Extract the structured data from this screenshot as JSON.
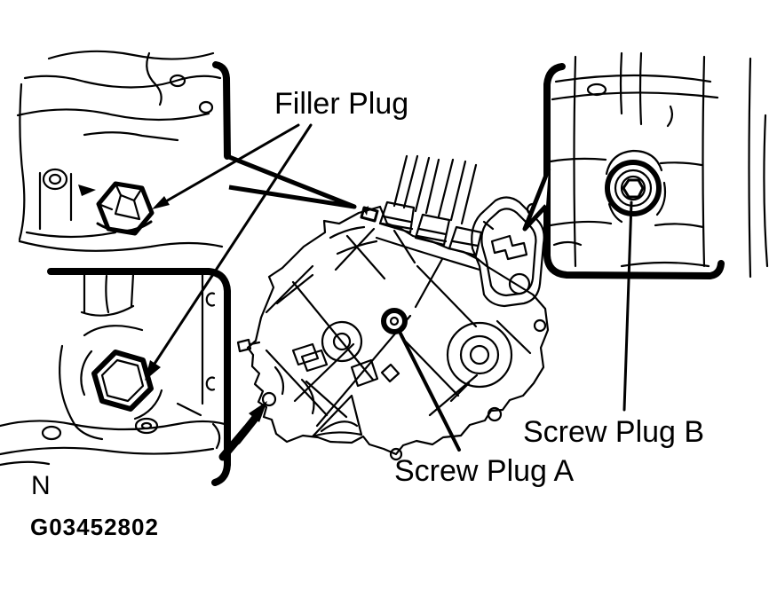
{
  "figure": {
    "labels": {
      "filler_plug": "Filler Plug",
      "screw_plug_a": "Screw Plug A",
      "screw_plug_b": "Screw Plug B"
    },
    "note_letter": "N",
    "figure_id": "G03452802",
    "colors": {
      "ink": "#000000",
      "background": "#ffffff"
    }
  }
}
